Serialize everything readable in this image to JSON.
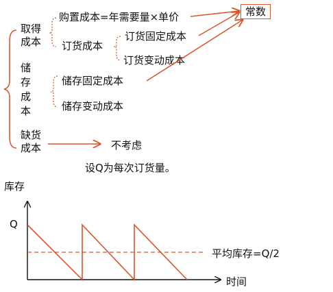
{
  "colors": {
    "accent": "#d9542a",
    "text": "#111111"
  },
  "diagram": {
    "acquisition_cost": [
      "取得",
      "成本"
    ],
    "purchase_cost": "购置成本=年需要量×单价",
    "ordering_cost": "订货成本",
    "ordering_fixed": "订货固定成本",
    "ordering_variable": "订货变动成本",
    "storage_cost": [
      "储",
      "存",
      "成",
      "本"
    ],
    "storage_fixed": "储存固定成本",
    "storage_variable": "储存变动成本",
    "shortage_cost": [
      "缺货",
      "成本"
    ],
    "not_considered": "不考虑",
    "constant_label": "常数",
    "assumption": "设Q为每次订货量。"
  },
  "chart": {
    "y_axis_label": "库存",
    "x_axis_label": "时间",
    "q_label": "Q",
    "average_label": "平均库存=Q/2"
  },
  "chart_data": {
    "type": "line",
    "ylabel": "库存",
    "xlabel": "时间",
    "series": [
      {
        "name": "",
        "x": [
          0,
          1,
          1,
          2,
          2,
          3
        ],
        "y": [
          1,
          0,
          1,
          0,
          1,
          0
        ]
      }
    ],
    "average_line": {
      "value": 0.5,
      "label": "平均库存=Q/2"
    },
    "y_ticks": [
      "Q"
    ]
  }
}
